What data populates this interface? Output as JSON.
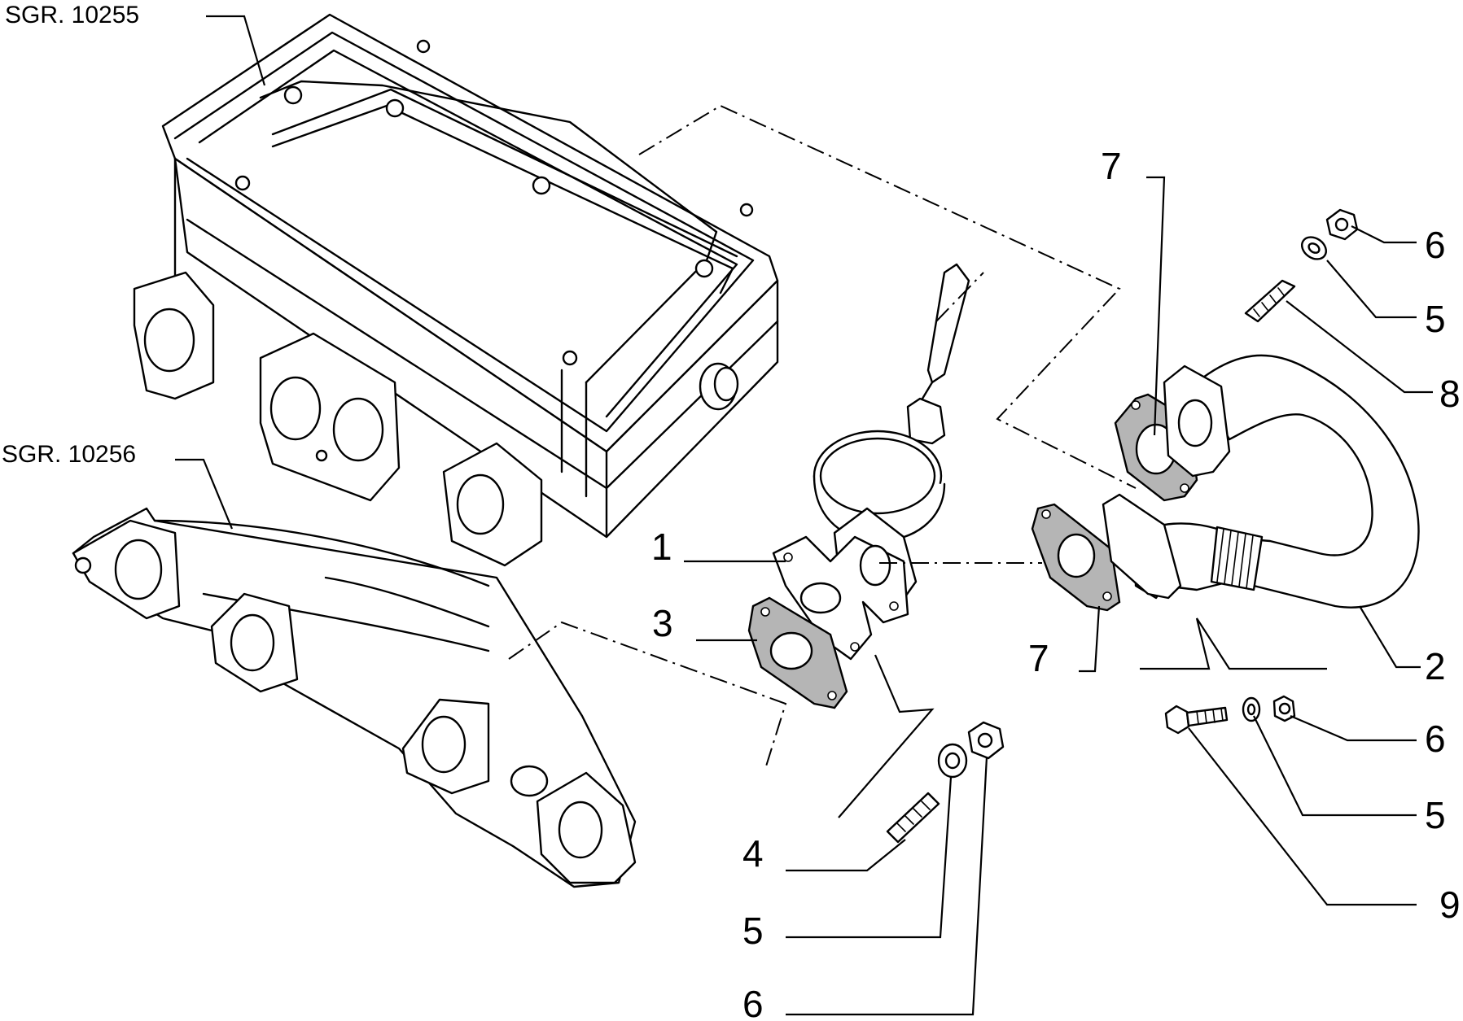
{
  "callouts": {
    "sgr_top": "SGR. 10255",
    "sgr_bottom": "SGR. 10256",
    "c1": "1",
    "c2": "2",
    "c3": "3",
    "c4": "4",
    "c5_top": "5",
    "c5_mid": "5",
    "c5_bottom": "5",
    "c6_top": "6",
    "c6_mid": "6",
    "c6_bottom": "6",
    "c7_top": "7",
    "c7_mid": "7",
    "c8": "8",
    "c9": "9"
  }
}
